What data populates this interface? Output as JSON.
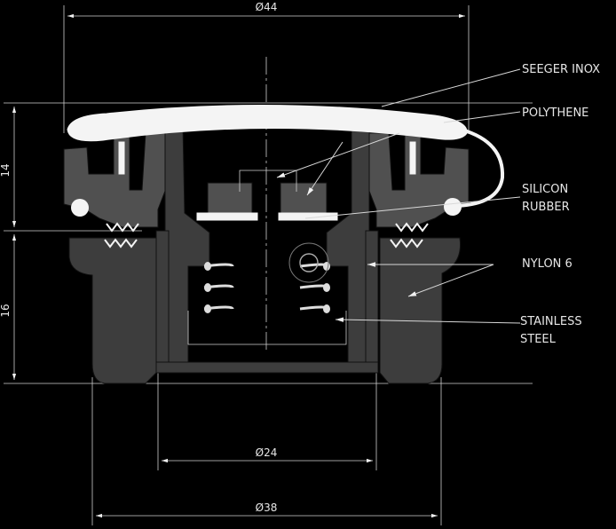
{
  "dimensions": {
    "top_diameter": "Ø44",
    "inner_diameter": "Ø24",
    "bottom_diameter": "Ø38",
    "upper_height": "14",
    "lower_height": "16"
  },
  "labels": {
    "seeger": "SEEGER INOX",
    "polythene": "POLYTHENE",
    "silicon_line1": "SILICON",
    "silicon_line2": "RUBBER",
    "nylon": "NYLON 6",
    "stainless_line1": "STAINLESS",
    "stainless_line2": "STEEL"
  },
  "colors": {
    "background": "#000000",
    "body": "#3d3d3d",
    "highlight": "#f4f4f4"
  }
}
